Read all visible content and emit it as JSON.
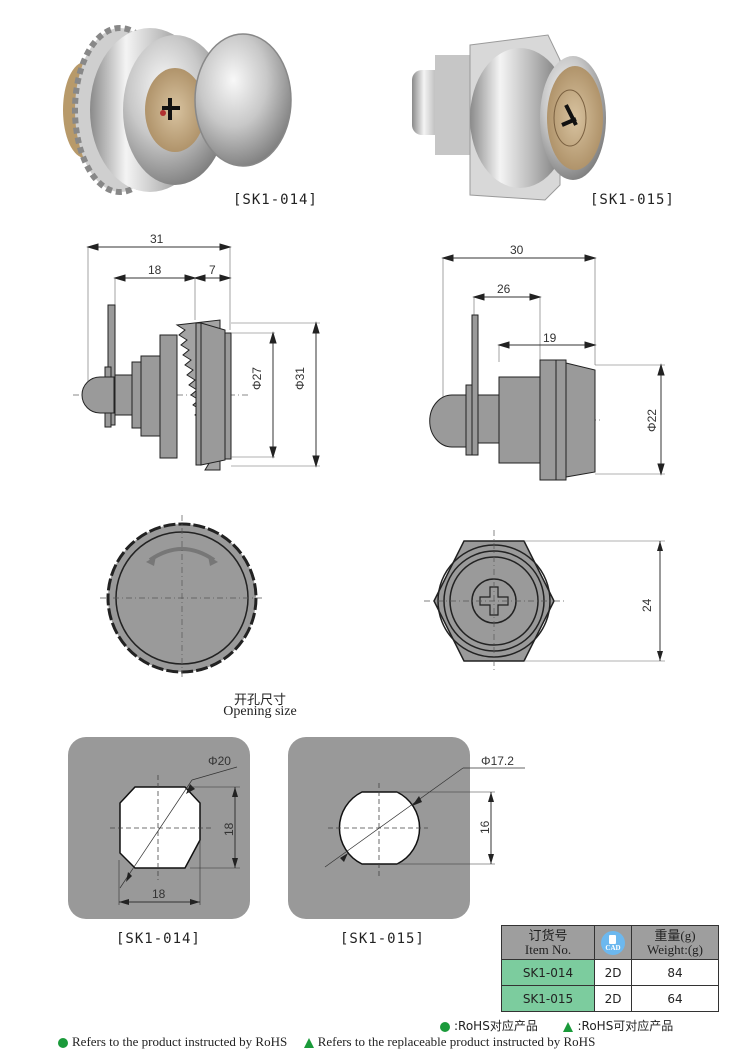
{
  "products": [
    {
      "id": "sk1-014",
      "label": "[SK1-014]"
    },
    {
      "id": "sk1-015",
      "label": "[SK1-015]"
    }
  ],
  "side_views": {
    "sk1_014": {
      "overall_length": "31",
      "body_length": "18",
      "head_length": "7",
      "inner_diameter": "Φ27",
      "outer_diameter": "Φ31"
    },
    "sk1_015": {
      "overall_length": "30",
      "lever_length": "26",
      "body_length": "19",
      "diameter": "Φ22"
    }
  },
  "front_views": {
    "sk1_015": {
      "hex_height": "24"
    }
  },
  "opening_size": {
    "title_cn": "开孔尺寸",
    "title_en": "Opening size",
    "sk1_014": {
      "diameter": "Φ20",
      "height": "18",
      "width": "18",
      "label": "[SK1-014]"
    },
    "sk1_015": {
      "diameter": "Φ17.2",
      "height": "16",
      "label": "[SK1-015]"
    }
  },
  "spec_table": {
    "headers": {
      "item_cn": "订货号",
      "item_en": "Item No.",
      "cad_icon": "CAD",
      "weight_cn": "重量(g)",
      "weight_en": "Weight:(g)"
    },
    "rows": [
      {
        "item": "SK1-014",
        "cad": "2D",
        "weight": "84"
      },
      {
        "item": "SK1-015",
        "cad": "2D",
        "weight": "64"
      }
    ]
  },
  "legend": {
    "rohs_cn": ":RoHS对应产品",
    "rohs_replaceable_cn": ":RoHS可对应产品",
    "rohs_en": "Refers to the product instructed by RoHS",
    "rohs_replaceable_en": "Refers to the replaceable product instructed by RoHS"
  },
  "colors": {
    "drawing_fill": "#9a9a9a",
    "plate_fill": "#999999",
    "item_cell": "#7ccc9e",
    "header_fill": "#9e9e9e",
    "rohs_green": "#1a9a3a",
    "cad_blue": "#6cb8ef"
  }
}
